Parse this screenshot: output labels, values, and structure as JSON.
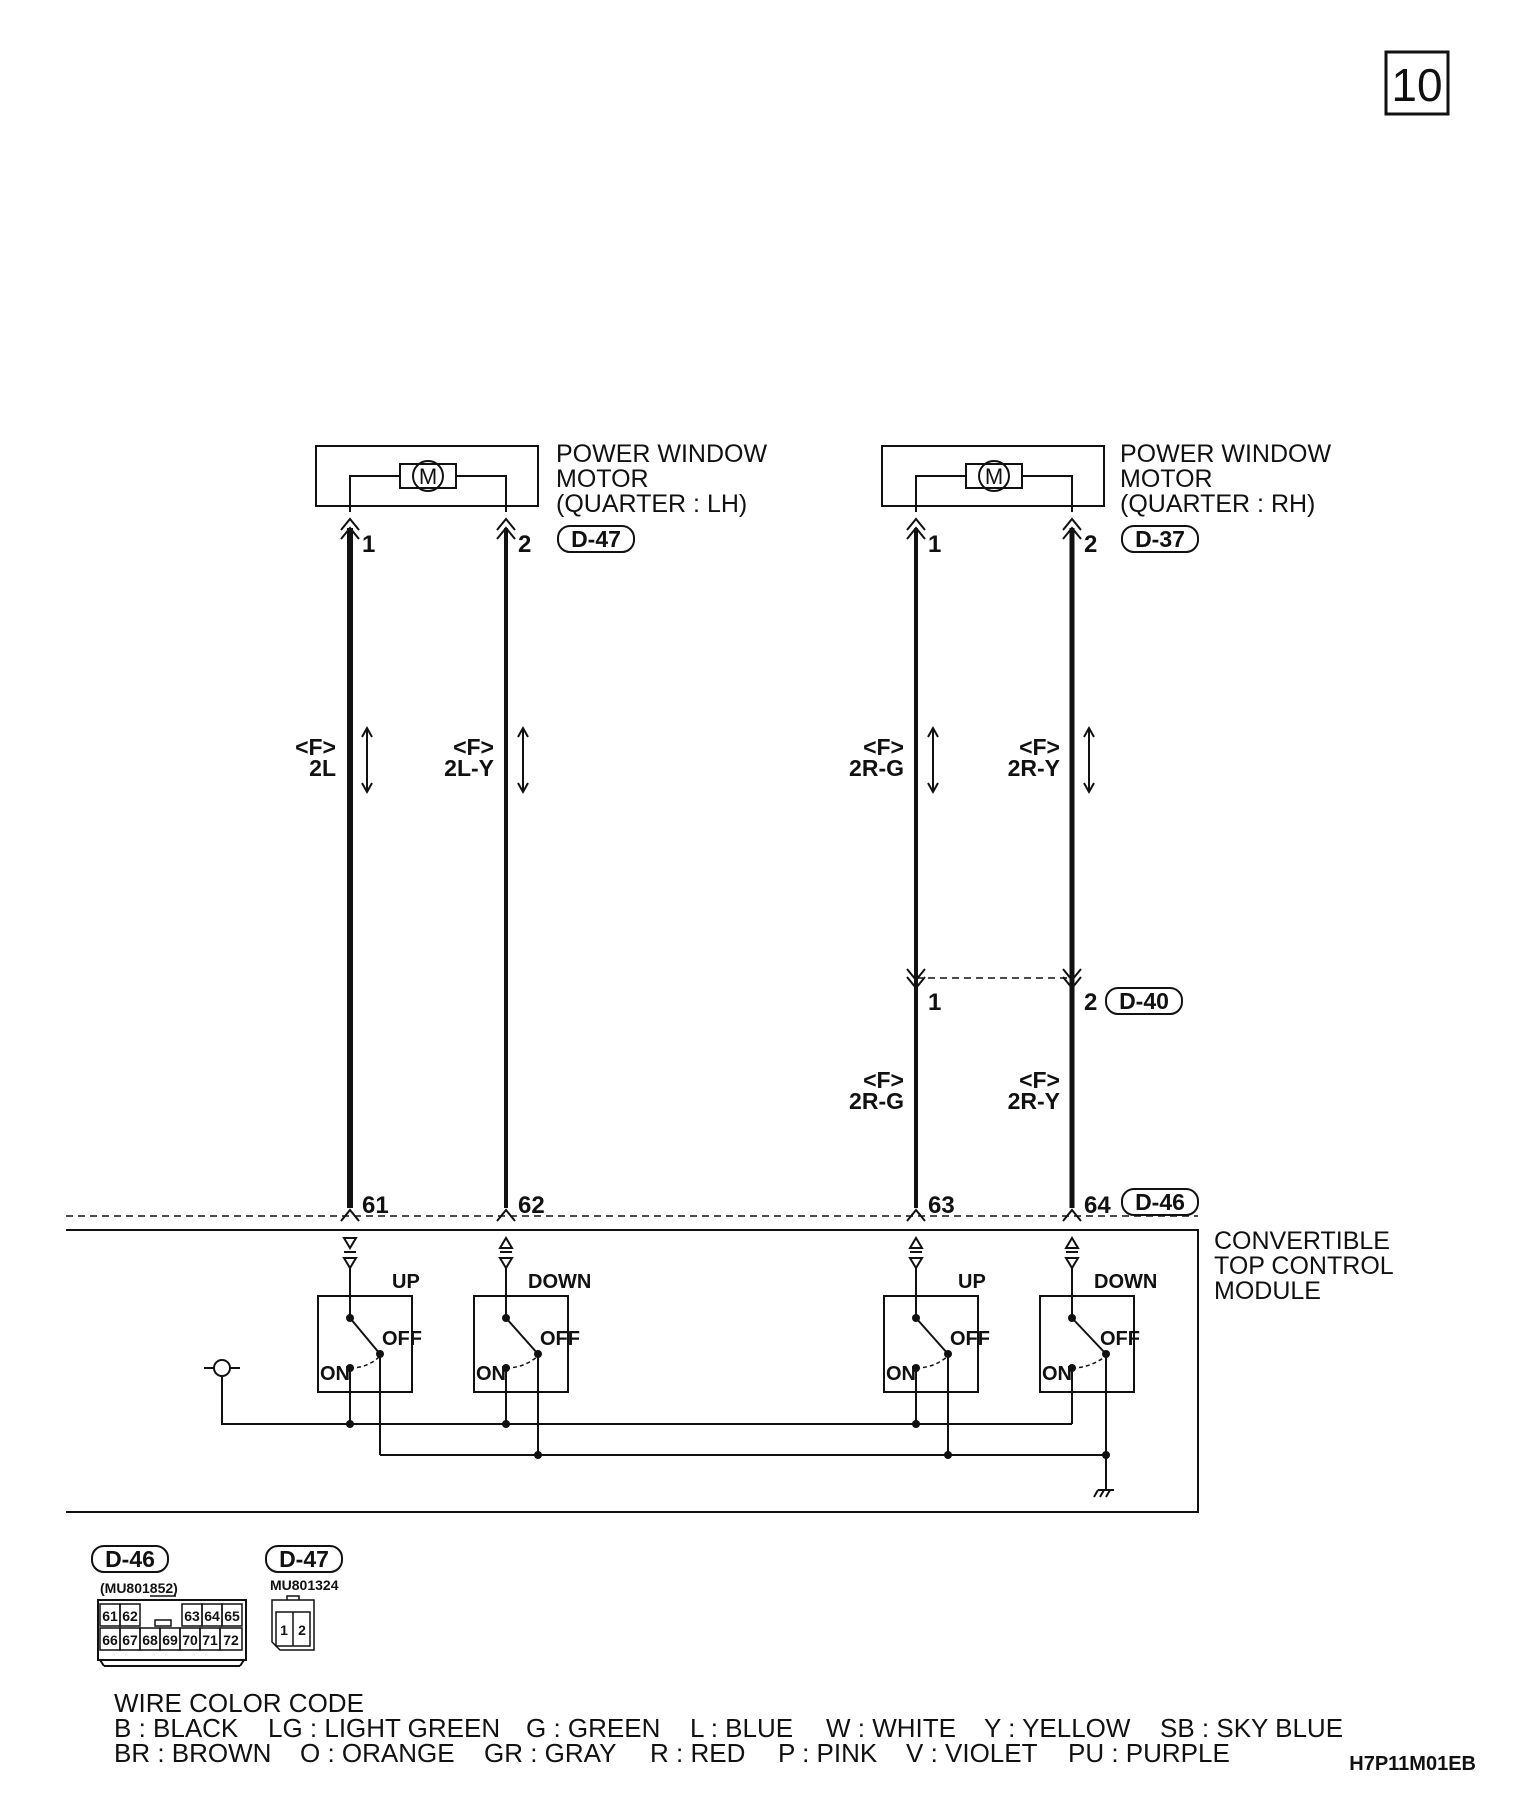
{
  "page_number": "10",
  "diagram_id": "H7P11M01EB",
  "motors": {
    "lh": {
      "name": [
        "POWER WINDOW",
        "MOTOR",
        "(QUARTER : LH)"
      ],
      "connector": "D-47",
      "symbol": "M"
    },
    "rh": {
      "name": [
        "POWER WINDOW",
        "MOTOR",
        "(QUARTER : RH)"
      ],
      "connector": "D-37",
      "symbol": "M"
    }
  },
  "wires": [
    {
      "pin_top": "1",
      "harness": "<F>",
      "color": "2L",
      "pin_bottom": "61"
    },
    {
      "pin_top": "2",
      "harness": "<F>",
      "color": "2L-Y",
      "pin_bottom": "62"
    },
    {
      "pin_top": "1",
      "harness": "<F>",
      "color": "2R-G",
      "mid_pin": "1",
      "pin_bottom": "63"
    },
    {
      "pin_top": "2",
      "harness": "<F>",
      "color": "2R-Y",
      "mid_pin": "2",
      "pin_bottom": "64"
    }
  ],
  "intermediate_connector": "D-40",
  "module_connector": "D-46",
  "module_name": [
    "CONVERTIBLE",
    "TOP CONTROL",
    "MODULE"
  ],
  "switches": [
    {
      "function": "UP",
      "on": "ON",
      "off": "OFF"
    },
    {
      "function": "DOWN",
      "on": "ON",
      "off": "OFF"
    },
    {
      "function": "UP",
      "on": "ON",
      "off": "OFF"
    },
    {
      "function": "DOWN",
      "on": "ON",
      "off": "OFF"
    }
  ],
  "connector_views": {
    "d46": {
      "id": "D-46",
      "part": "(MU801852)",
      "top_row": [
        "61",
        "62",
        "63",
        "64",
        "65"
      ],
      "bottom_row": [
        "66",
        "67",
        "68",
        "69",
        "70",
        "71",
        "72"
      ]
    },
    "d47": {
      "id": "D-47",
      "part": "MU801324",
      "pins": [
        "1",
        "2"
      ]
    }
  },
  "legend": {
    "title": "WIRE COLOR CODE",
    "row1": [
      "B : BLACK",
      "LG : LIGHT GREEN",
      "G : GREEN",
      "L : BLUE",
      "W : WHITE",
      "Y : YELLOW",
      "SB : SKY BLUE"
    ],
    "row2": [
      "BR : BROWN",
      "O : ORANGE",
      "GR : GRAY",
      "R : RED",
      "P : PINK",
      "V : VIOLET",
      "PU : PURPLE"
    ]
  }
}
